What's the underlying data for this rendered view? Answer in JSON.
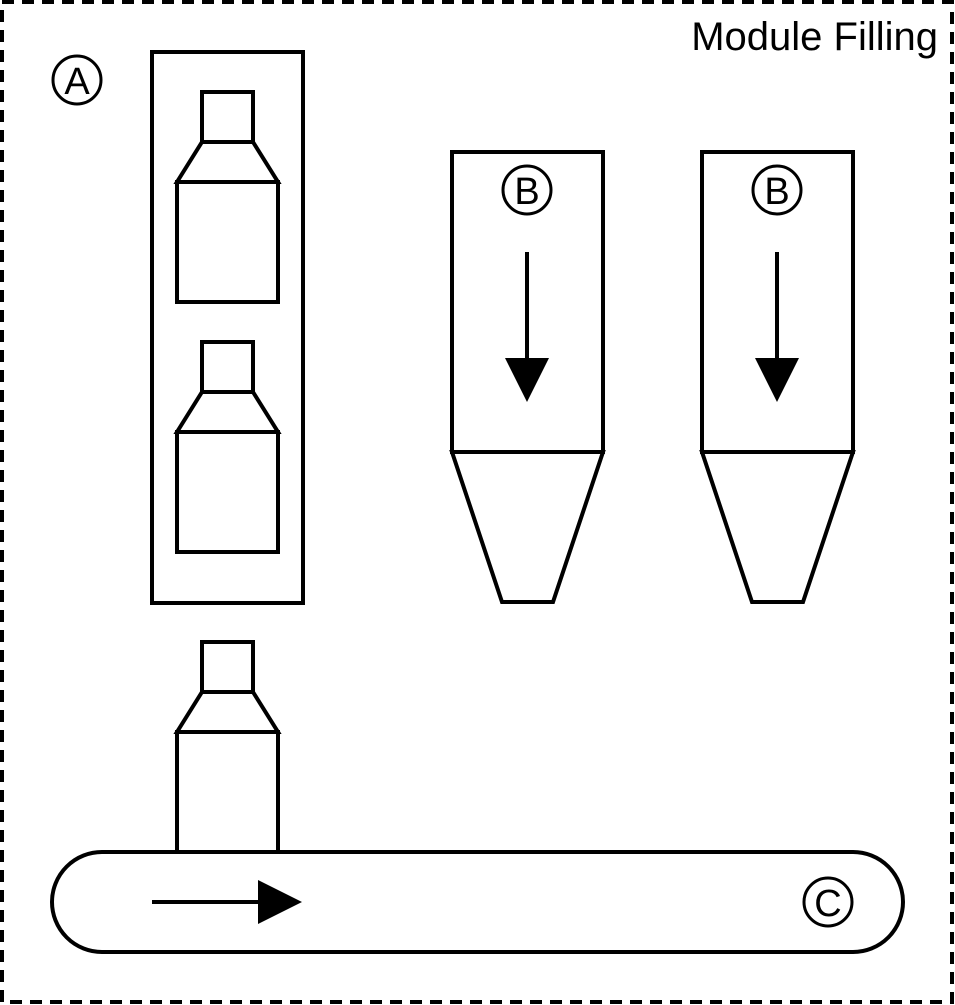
{
  "module": {
    "title": "Module Filling"
  },
  "markers": {
    "bottle_magazine": "A",
    "filler_1": "B",
    "filler_2": "B",
    "conveyor": "C"
  },
  "colors": {
    "stroke": "#000000",
    "background": "#ffffff"
  },
  "icons": {
    "down_arrow": "arrow-down-icon",
    "right_arrow": "arrow-right-icon"
  }
}
